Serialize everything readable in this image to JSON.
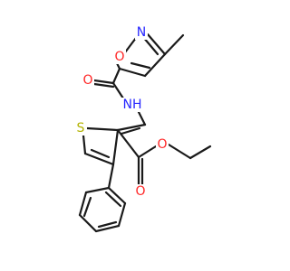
{
  "molecule": {
    "atoms": [
      {
        "id": "n-isoxazole",
        "element": "N",
        "label": "N",
        "color": "#2626ff"
      },
      {
        "id": "o-isoxazole",
        "element": "O",
        "label": "O",
        "color": "#ff2626"
      },
      {
        "id": "o-amide",
        "element": "O",
        "label": "O",
        "color": "#ff2626"
      },
      {
        "id": "nh-amide",
        "element": "N",
        "label": "NH",
        "color": "#2626ff"
      },
      {
        "id": "s-thiophene",
        "element": "S",
        "label": "S",
        "color": "#b2b200"
      },
      {
        "id": "o-ester-ether",
        "element": "O",
        "label": "O",
        "color": "#ff2626"
      },
      {
        "id": "o-ester-carbonyl",
        "element": "O",
        "label": "O",
        "color": "#ff2626"
      }
    ],
    "bond_color": "#1a1a1a"
  }
}
